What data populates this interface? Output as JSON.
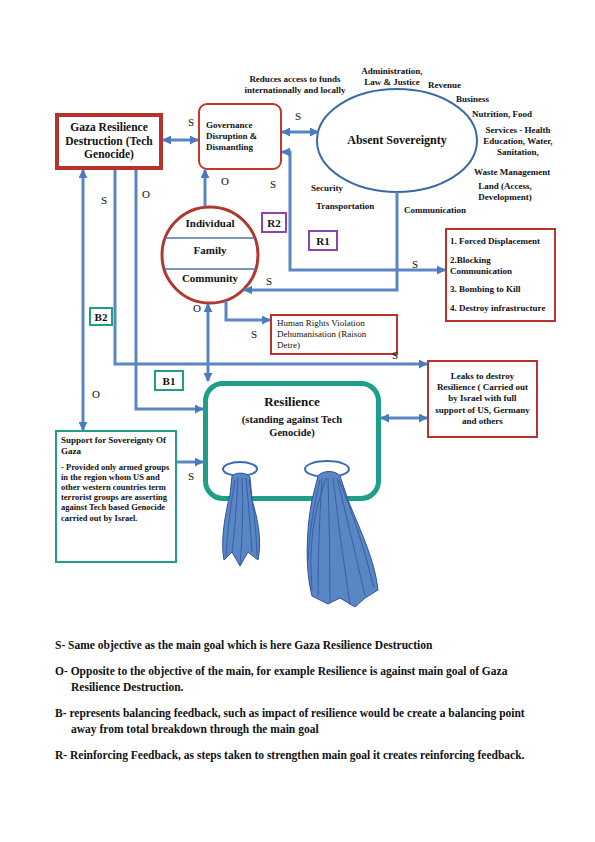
{
  "diagram": {
    "nodes": [
      {
        "text": [
          "Gaza Resilience Destruction (Tech Genocide)"
        ]
      },
      {
        "text": [
          "Governance Disruption & Dismantling"
        ]
      },
      {
        "text": [
          "Absent Sovereignty"
        ]
      },
      {
        "text": [
          "Individual",
          "Family",
          "Community"
        ]
      },
      {
        "text": [
          "1. Forced Displacement",
          "2.Blocking Communication",
          "3. Bombing to Kill",
          "4. Destroy infrastructure"
        ]
      },
      {
        "text": [
          "Human Rights Violation Dehumanisation (Raison Detre)"
        ]
      },
      {
        "text": [
          "Leaks to destroy Resilience ( Carried out by Israel with full support of US, Germany and others"
        ]
      },
      {
        "text": [
          "Resilience",
          "(standing against Tech Genocide)"
        ]
      },
      {
        "text": [
          "Support for Sovereignty Of Gaza",
          "- Provided only armed groups in the region whom US and other western countries term terrorist groups are asserting against Tech based Genocide carried out by Israel."
        ]
      },
      {
        "text": [
          "R2"
        ]
      },
      {
        "text": [
          "R1"
        ]
      },
      {
        "text": [
          "B2"
        ]
      },
      {
        "text": [
          "B1"
        ]
      }
    ],
    "edges": [
      {
        "from": 0,
        "to": 1,
        "label": "S",
        "arrow": "both"
      },
      {
        "from": 1,
        "to": 2,
        "label": "S",
        "arrow": "both"
      },
      {
        "from": 3,
        "to": 1,
        "label": "O",
        "arrow": "to"
      },
      {
        "from": 0,
        "to": 8,
        "label": "O",
        "arrow": "both"
      },
      {
        "from": 0,
        "to": 6,
        "label": "S",
        "arrow": "to"
      },
      {
        "from": 0,
        "to": 7,
        "label": "O",
        "arrow": "to"
      },
      {
        "from": 4,
        "to": 1,
        "label": "S",
        "arrow": "both"
      },
      {
        "from": 2,
        "to": 3,
        "label": "S",
        "arrow": "to"
      },
      {
        "from": 3,
        "to": 7,
        "label": "O",
        "arrow": "both"
      },
      {
        "from": 3,
        "to": 5,
        "label": "S",
        "arrow": "to"
      },
      {
        "from": 7,
        "to": 6,
        "arrow": "both"
      },
      {
        "from": 8,
        "to": 7,
        "label": "S",
        "arrow": "to"
      }
    ],
    "labels": [
      "Reduces access to funds internationally and locally",
      "Administration, Law & Justice",
      "Revenue",
      "Business",
      "Nutrition, Food",
      "Services - Health Education, Water, Sanitation,",
      "Security",
      "Waste Management",
      "Transportation",
      "Land (Access, Development)",
      "Communication",
      "S",
      "S",
      "S- Same objective as the main goal which is here Gaza Resilience Destruction",
      "O- Opposite to the objective of the main, for example Resilience is against main goal of Gaza Resilience Destruction.",
      "B- represents balancing feedback, such as impact of resilience would be create a balancing point away from total breakdown through the main goal",
      "R- Reinforcing Feedback, as steps taken to strengthen main goal it creates reinforcing feedback."
    ]
  }
}
